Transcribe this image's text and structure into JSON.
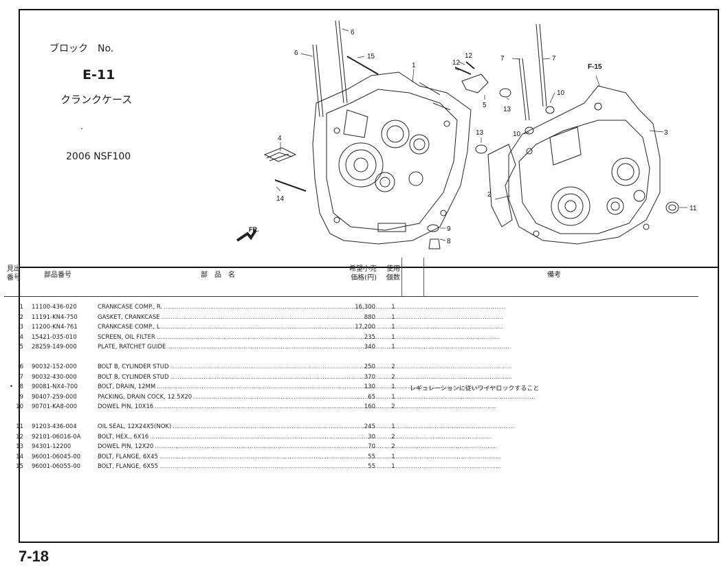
{
  "block": {
    "label": "ブロック　No.",
    "code": "E-11",
    "name": "クランクケース",
    "model": "2006 NSF100"
  },
  "diagram": {
    "callouts": [
      "1",
      "2",
      "3",
      "4",
      "5",
      "6",
      "6",
      "7",
      "7",
      "8",
      "9",
      "10",
      "10",
      "11",
      "12",
      "12",
      "13",
      "13",
      "14",
      "15"
    ],
    "fr_label": "FR.",
    "ref_label": "F-15"
  },
  "table": {
    "headers": {
      "no": "見出\n番号",
      "part_no": "部品番号",
      "description": "部　品　名",
      "price": "希望小売\n価格(円)",
      "qty": "使用\n個数",
      "remarks": "備考"
    },
    "rows": [
      {
        "mark": "",
        "no": "1",
        "part": "11100-436-020",
        "desc": "CRANKCASE COMP., R.",
        "price": "16,300",
        "qty": "1",
        "rem": ""
      },
      {
        "mark": "",
        "no": "2",
        "part": "11191-KN4-750",
        "desc": "GASKET, CRANKCASE",
        "price": "880",
        "qty": "1",
        "rem": ""
      },
      {
        "mark": "",
        "no": "3",
        "part": "11200-KN4-761",
        "desc": "CRANKCASE COMP., L",
        "price": "17,200",
        "qty": "1",
        "rem": ""
      },
      {
        "mark": "",
        "no": "4",
        "part": "15421-035-010",
        "desc": "SCREEN, OIL FILTER",
        "price": "235",
        "qty": "1",
        "rem": ""
      },
      {
        "mark": "",
        "no": "5",
        "part": "28259-149-000",
        "desc": "PLATE, RATCHET GUIDE",
        "price": "340",
        "qty": "1",
        "rem": ""
      },
      {
        "mark": "",
        "no": "6",
        "part": "90032-152-000",
        "desc": "BOLT B, CYLINDER STUD",
        "price": "250",
        "qty": "2",
        "rem": ""
      },
      {
        "mark": "",
        "no": "7",
        "part": "90032-430-000",
        "desc": "BOLT B, CYLINDER STUD",
        "price": "370",
        "qty": "2",
        "rem": ""
      },
      {
        "mark": "•",
        "no": "8",
        "part": "90081-NX4-700",
        "desc": "BOLT, DRAIN, 12MM",
        "price": "130",
        "qty": "1",
        "rem": "レギュレーションに従いワイヤロックすること"
      },
      {
        "mark": "",
        "no": "9",
        "part": "90407-259-000",
        "desc": "PACKING, DRAIN COCK, 12.5X20",
        "price": "65",
        "qty": "1",
        "rem": ""
      },
      {
        "mark": "",
        "no": "10",
        "part": "90701-KA8-000",
        "desc": "DOWEL PIN, 10X16",
        "price": "160",
        "qty": "2",
        "rem": ""
      },
      {
        "mark": "",
        "no": "11",
        "part": "91203-436-004",
        "desc": "OIL SEAL, 12X24X5(NOK)",
        "price": "245",
        "qty": "1",
        "rem": ""
      },
      {
        "mark": "",
        "no": "12",
        "part": "92101-06016-0A",
        "desc": "BOLT, HEX., 6X16",
        "price": "30",
        "qty": "2",
        "rem": ""
      },
      {
        "mark": "",
        "no": "13",
        "part": "94301-12200",
        "desc": "DOWEL PIN, 12X20",
        "price": "70",
        "qty": "2",
        "rem": ""
      },
      {
        "mark": "",
        "no": "14",
        "part": "96001-06045-00",
        "desc": "BOLT, FLANGE, 6X45",
        "price": "55",
        "qty": "1",
        "rem": ""
      },
      {
        "mark": "",
        "no": "15",
        "part": "96001-06055-00",
        "desc": "BOLT, FLANGE, 6X55",
        "price": "55",
        "qty": "1",
        "rem": ""
      }
    ]
  },
  "page_number": "7-18"
}
